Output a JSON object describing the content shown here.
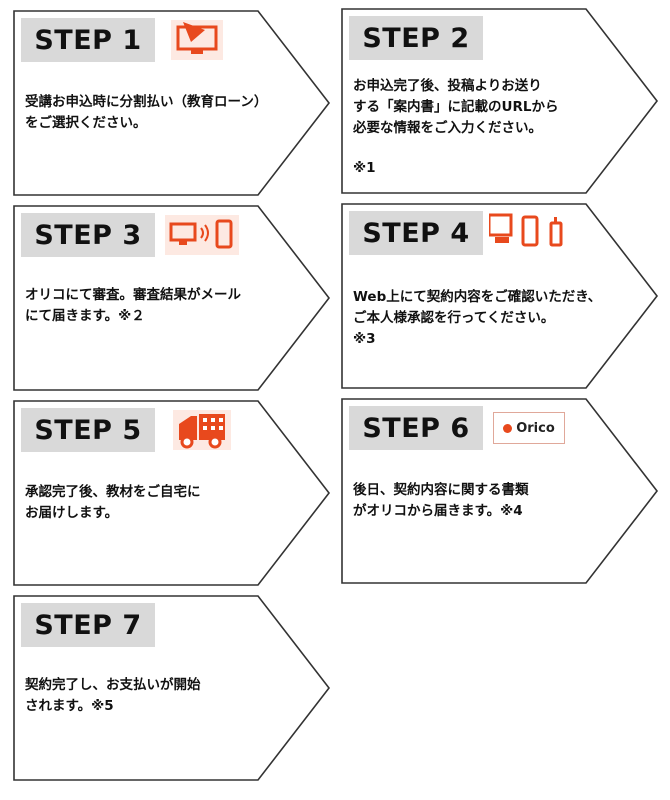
{
  "colors": {
    "accent": "#e8491d",
    "label_bg": "#d9d9d9",
    "border": "#333333"
  },
  "steps": [
    {
      "label": "STEP 1",
      "icon": "computer-mail-icon",
      "text": "受講お申込時に分割払い（教育ローン）\nをご選択ください。",
      "note": ""
    },
    {
      "label": "STEP 2",
      "icon": "",
      "text": "お申込完了後、投稿よりお送り\nする「案内書」に記載のURLから\n必要な情報をご入力ください。",
      "note": "※1"
    },
    {
      "label": "STEP 3",
      "icon": "computer-phone-signal-icon",
      "text": "オリコにて審査。審査結果がメール\nにて届きます。※２",
      "note": ""
    },
    {
      "label": "STEP 4",
      "icon": "devices-icon",
      "text": "Web上にて契約内容をご確認いただき、\nご本人様承認を行ってください。",
      "note": "※3"
    },
    {
      "label": "STEP 5",
      "icon": "delivery-truck-icon",
      "text": "承認完了後、教材をご自宅に\nお届けします。",
      "note": ""
    },
    {
      "label": "STEP 6",
      "icon": "orico-logo-icon",
      "logo_text": "Orico",
      "text": "後日、契約内容に関する書類\nがオリコから届きます。※4",
      "note": ""
    },
    {
      "label": "STEP 7",
      "icon": "",
      "text": "契約完了し、お支払いが開始\nされます。※5",
      "note": ""
    }
  ]
}
